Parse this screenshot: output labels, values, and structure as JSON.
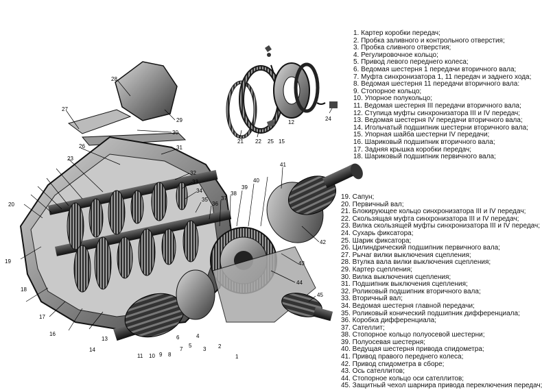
{
  "legend_top": [
    "1. Картер коробки передач;",
    "2. Пробка заливного и контрольного отверстия;",
    "3. Пробка сливного отверстия;",
    "4. Регулировочное кольцо;",
    "5. Привод левого переднего колеса;",
    "6. Ведомая шестерня 1 передачи вторичного вала;",
    "7. Муфта синхронизатора 1, 11 передач и заднего хода;",
    "8. Ведомая шестерня 11 передачи вторичного вала:",
    "9. Стопорное кольцо;",
    "10. Упорное полукольцо;",
    "11. Ведомая шестерня III передачи вторичного вала;",
    "12. Ступица муфты синхронизатора III и IV передач;",
    "13. Ведомая шестерня IV передачи вторичного вала;",
    "14. Игольчатый подшипник шестерни вторичного вала;",
    "15. Упорная шайба шестерни IV передачи;",
    "16. Шариковый подшипник вторичного вала;",
    "17. Задняя крышка коробки передач;",
    "18. Шариковый подшипник первичного вала;"
  ],
  "legend_bottom": [
    "19. Сапун;",
    "20. Первичный вал;",
    "21. Блокирующее кольцо синхронизатора III и IV передач;",
    "22. Скользящая муфта синхронизатора III и IV передач;",
    "23. Вилка скользящей муфты синхронизатора III и IV передач;",
    "24. Сухарь фиксатора;",
    "25. Шарик фиксатора;",
    "26. Цилиндрический подшипник первичного вала;",
    "27. Рычаг вилки выключения сцепления;",
    "28. Втулка вала вилки выключения сцепления;",
    "29. Картер сцепления;",
    "30. Вилка выключения сцепления;",
    "31. Подшипник выключения сцепления;",
    "32. Роликовый подшипник вторичного вала;",
    "33. Вторичный вал;",
    "34. Ведомая шестерня главной передачи;",
    "35. Роликовый конический подшипник дифференциала;",
    "36. Коробка дифференциала;",
    "37. Сателлит;",
    "38. Стопорное кольцо полуосевой шестерни;",
    "39. Полуосевая шестерня;",
    "40. Ведущая шестерня привода спидометра;",
    "41. Привод правого переднего колеса;",
    "42. Привод спидометра в сборе;",
    "43. Ось сателлитов;",
    "44. Стопорное кольцо оси сателлитов;",
    "45. Защитный чехол шарнира привода переключения передач;"
  ],
  "callouts": [
    "1",
    "2",
    "3",
    "4",
    "5",
    "6",
    "7",
    "8",
    "9",
    "10",
    "11",
    "12",
    "13",
    "14",
    "15",
    "16",
    "17",
    "18",
    "19",
    "20",
    "21",
    "22",
    "23",
    "24",
    "25",
    "26",
    "27",
    "28",
    "29",
    "30",
    "31",
    "32",
    "33",
    "34",
    "35",
    "36",
    "37",
    "38",
    "39",
    "40",
    "41",
    "42",
    "43",
    "44",
    "45"
  ]
}
